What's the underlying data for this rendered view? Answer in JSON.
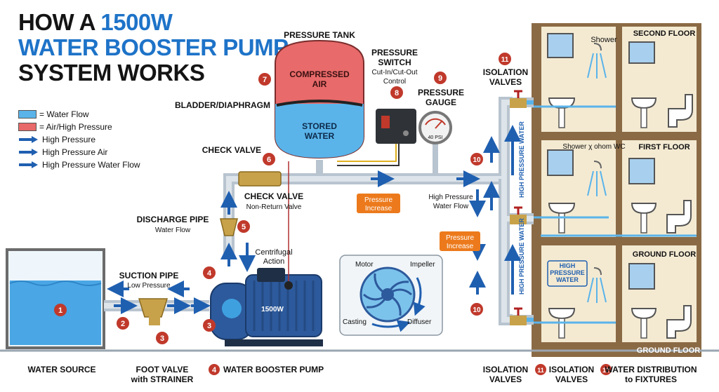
{
  "title": {
    "line1_prefix": "HOW A ",
    "line1_highlight": "1500W",
    "line2": "WATER BOOSTER PUMP",
    "line3": "SYSTEM WORKS"
  },
  "legend": [
    {
      "text": "= Water Flow",
      "kind": "water",
      "color": "#5ab4ea"
    },
    {
      "text": "= Air/High Pressure",
      "kind": "air",
      "color": "#e86a6a"
    },
    {
      "text": "High Pressure",
      "kind": "arrow",
      "color": "#1f5fb0"
    },
    {
      "text": "High Pressure Air",
      "kind": "arrow",
      "color": "#1f5fb0"
    },
    {
      "text": "High Pressure Water Flow",
      "kind": "arrow",
      "color": "#1f5fb0"
    }
  ],
  "labels": {
    "pressure_tank": "PRESSURE TANK",
    "compressed_air": [
      "COMPRESSED",
      "AIR"
    ],
    "stored_water": [
      "STORED",
      "WATER"
    ],
    "bladder": "BLADDER/DIAPHRAGM",
    "pressure_switch": [
      "PRESSURE",
      "SWITCH"
    ],
    "cut_in": [
      "Cut-In/Cut-Out",
      "Control"
    ],
    "pressure_gauge": [
      "PRESSURE",
      "GAUGE"
    ],
    "gauge_reading": "40 PSI",
    "isolation_valves_top": [
      "ISOLATION",
      "VALVES"
    ],
    "check_valve_top": "CHECK VALVE",
    "check_valve": "CHECK VALVE",
    "non_return": "Non-Return Valve",
    "discharge_pipe": "DISCHARGE PIPE",
    "water_flow": "Water Flow",
    "centrifugal": [
      "Centrifugal",
      "Action"
    ],
    "suction_pipe": "SUCTION PIPE",
    "low_pressure": "Low Pressure",
    "pump_badge": "1500W",
    "motor": "Motor",
    "impeller": "Impeller",
    "casting": "Casting",
    "diffuser": "Diffuser",
    "pressure_increase": [
      "Pressure",
      "Increase"
    ],
    "high_pressure_flow": [
      "High Pressure",
      "Water Flow"
    ],
    "high_pressure_water_vertical": "HIGH PRESSURE WATER",
    "high_pressure_water_box": [
      "HIGH",
      "PRESSURE",
      "WATER"
    ],
    "shower": "Shower",
    "shower_wc": "Shower χ ohom WC",
    "second_floor": "SECOND FLOOR",
    "first_floor": "FIRST FLOOR",
    "ground_floor": "GROUND FLOOR",
    "ground_floor_base": "GROUND FLOOR"
  },
  "markers": {
    "m1": "1",
    "m2": "2",
    "m3": "3",
    "m4": "4",
    "m5": "5",
    "m6": "6",
    "m7": "7",
    "m8": "8",
    "m9": "9",
    "m10a": "10",
    "m10b": "10",
    "m11": "11"
  },
  "bottom": {
    "water_source": "WATER SOURCE",
    "foot_valve": [
      "FOOT VALVE",
      "with STRAINER"
    ],
    "pump_num": "4",
    "pump": "WATER BOOSTER PUMP",
    "isolation_a": [
      "ISOLATION",
      "VALVES"
    ],
    "iso_num": "11",
    "isolation_b": [
      "ISOLATION",
      "VALVES"
    ],
    "dist_num": "12",
    "distribution": [
      "WATER DISTRIBUTION",
      "to FIXTURES"
    ]
  },
  "colors": {
    "marker": "#c0392b",
    "pipe": "#c9d3dc",
    "water": "#5ab4ea",
    "arrow": "#1f5fb0",
    "brass": "#c8a24a",
    "orange": "#ec7a1c",
    "tank": "#e86a6a",
    "pump": "#2d5a9c",
    "wall": "#8a6a45"
  }
}
